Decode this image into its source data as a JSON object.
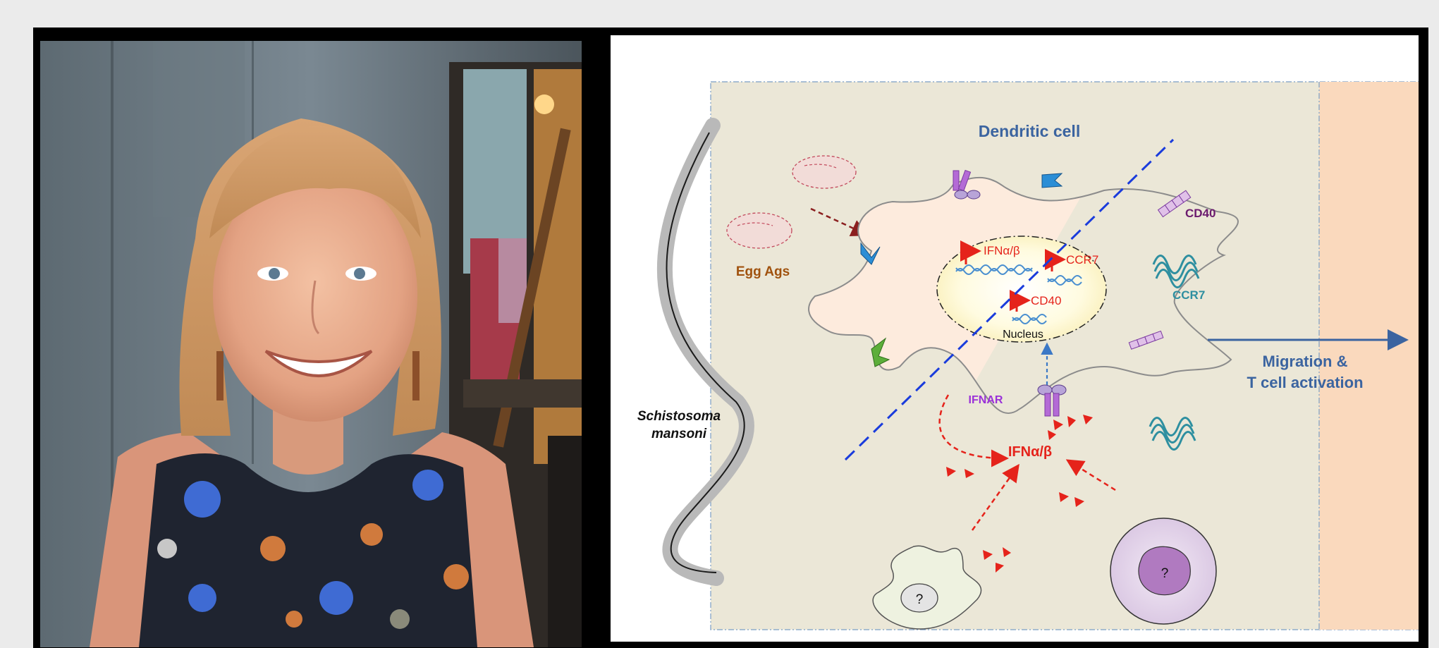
{
  "figure": {
    "title": "Dendritic cell",
    "labels": {
      "egg_ags": "Egg Ags",
      "schistosoma_line1": "Schistosoma",
      "schistosoma_line2": "mansoni",
      "cd40_receptor": "CD40",
      "ccr7_receptor": "CCR7",
      "ifnar": "IFNAR",
      "ifn_secreted": "IFNα/β",
      "nucleus": "Nucleus",
      "gene_ifn": "IFNα/β",
      "gene_ccr7": "CCR7",
      "gene_cd40": "CD40",
      "unknown_cell_1": "?",
      "unknown_cell_2": "?",
      "migration_line1": "Migration &",
      "migration_line2": "T cell activation"
    },
    "colors": {
      "title": "#3b64a0",
      "egg_ags": "#a0520e",
      "cd40": "#6b1a6e",
      "ccr7": "#2e8fa0",
      "ifnar": "#9a30d8",
      "ifn": "#e5231b",
      "panel_bg": "#ebe7d7",
      "lymph_bg": "#fad9bd",
      "cell_light": "#fdebdd",
      "cell_activated": "#f9c9a5",
      "diagonal": "#1a3cdc",
      "migration": "#3b64a0"
    }
  }
}
